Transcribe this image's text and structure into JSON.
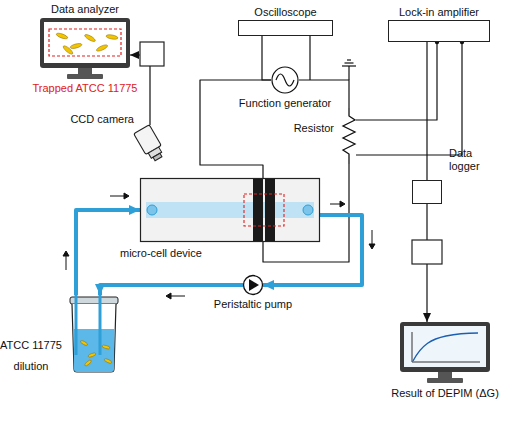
{
  "diagram": {
    "nodes": [
      {
        "text": [
          "Data analyzer",
          "Trapped ATCC 11775"
        ]
      },
      {
        "text": [
          "CCD camera"
        ]
      },
      {
        "text": [
          "Oscilloscope"
        ]
      },
      {
        "text": [
          "Lock-in amplifier"
        ]
      },
      {
        "text": [
          "Function generator"
        ]
      },
      {
        "text": [
          "Resistor"
        ]
      },
      {
        "text": [
          "micro-cell device"
        ]
      },
      {
        "text": [
          "Data logger"
        ]
      },
      {
        "text": [
          "Peristaltic pump"
        ]
      },
      {
        "text": [
          "ATCC 11775 dilution"
        ]
      },
      {
        "text": [
          "Result of DEPIM (ΔG)"
        ]
      }
    ],
    "edges": [
      {
        "from": 1,
        "to": 0,
        "arrow": "to"
      },
      {
        "from": 2,
        "to": 4,
        "arrow": "none"
      },
      {
        "from": 4,
        "to": 6,
        "arrow": "none"
      },
      {
        "from": 4,
        "to": 5,
        "arrow": "none"
      },
      {
        "from": 5,
        "to": 6,
        "arrow": "none"
      },
      {
        "from": 3,
        "to": 5,
        "arrow": "none"
      },
      {
        "from": 3,
        "to": 7,
        "arrow": "none"
      },
      {
        "from": 7,
        "to": 10,
        "arrow": "to"
      },
      {
        "from": 6,
        "to": 8,
        "arrow": "to"
      },
      {
        "from": 8,
        "to": 9,
        "arrow": "to"
      },
      {
        "from": 9,
        "to": 6,
        "arrow": "to"
      }
    ]
  }
}
